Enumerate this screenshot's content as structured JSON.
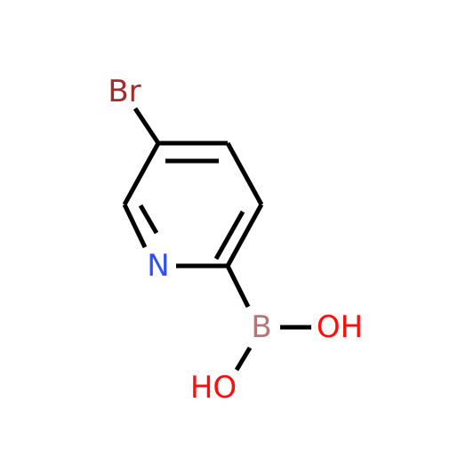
{
  "molecule": {
    "atoms": {
      "br": {
        "label": "Br",
        "color": "#a52a2a"
      },
      "n": {
        "label": "N",
        "color": "#3050f8"
      },
      "b": {
        "label": "B",
        "color": "#b07878"
      },
      "oh_right": {
        "label": "OH",
        "color": "#ff0d0d"
      },
      "oh_bottom": {
        "label": "HO",
        "color": "#ff0d0d"
      }
    },
    "bond_color": "#000000"
  }
}
